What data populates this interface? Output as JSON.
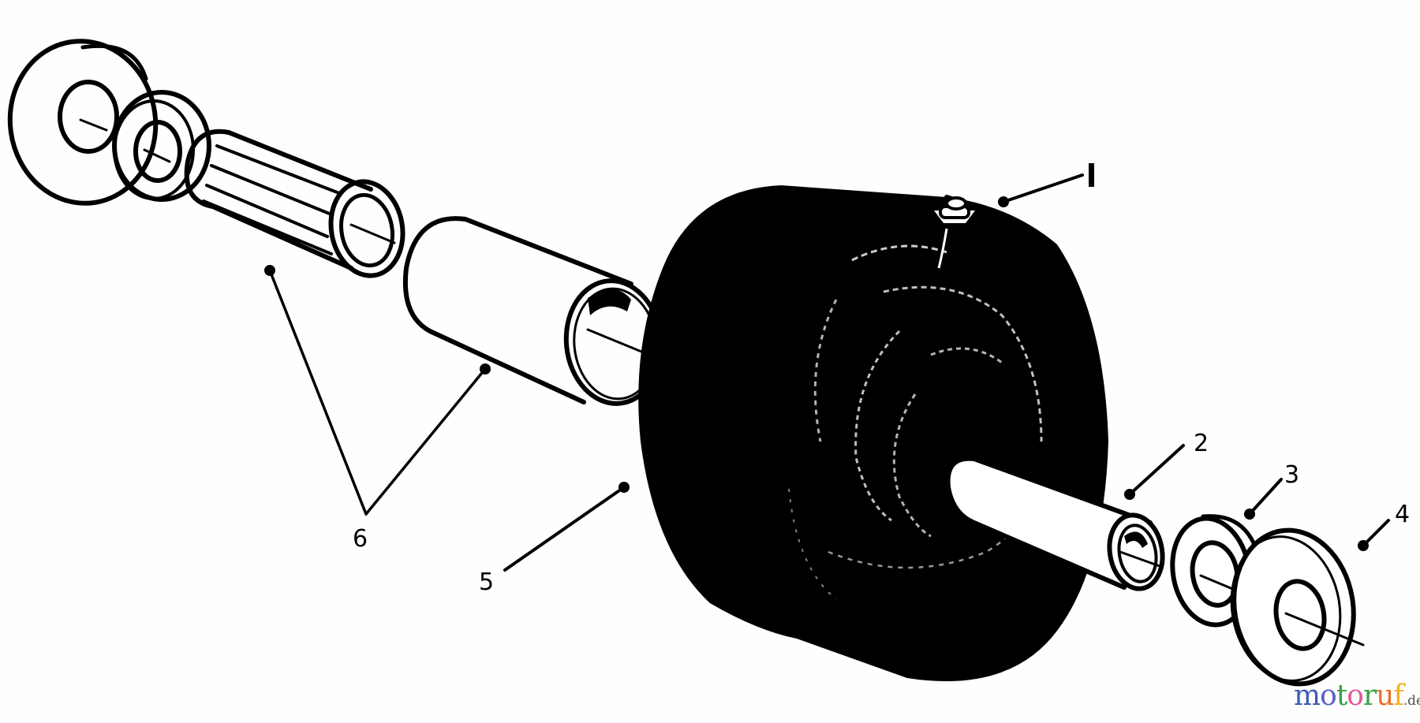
{
  "diagram": {
    "type": "exploded-parts-diagram",
    "subject": "wheel assembly",
    "background": "#ffffff",
    "ink_color": "#000000",
    "callouts": [
      {
        "id": "1",
        "label": "1",
        "part": "grease fitting"
      },
      {
        "id": "2",
        "label": "2",
        "part": "axle spacer tube"
      },
      {
        "id": "3",
        "label": "3",
        "part": "thin washer"
      },
      {
        "id": "4",
        "label": "4",
        "part": "flat washer"
      },
      {
        "id": "5",
        "label": "5",
        "part": "wheel / tire"
      },
      {
        "id": "6",
        "label": "6",
        "part": "roller bearing and bushing"
      }
    ]
  },
  "watermark": {
    "letters": [
      {
        "ch": "m",
        "color": "#3b5bb5"
      },
      {
        "ch": "o",
        "color": "#5a5fc0"
      },
      {
        "ch": "t",
        "color": "#3aa04a"
      },
      {
        "ch": "o",
        "color": "#e05a9a"
      },
      {
        "ch": "r",
        "color": "#3aa04a"
      },
      {
        "ch": "u",
        "color": "#e8702a"
      },
      {
        "ch": "f",
        "color": "#f0b020"
      }
    ],
    "suffix": ".de",
    "suffix_color": "#555555"
  }
}
